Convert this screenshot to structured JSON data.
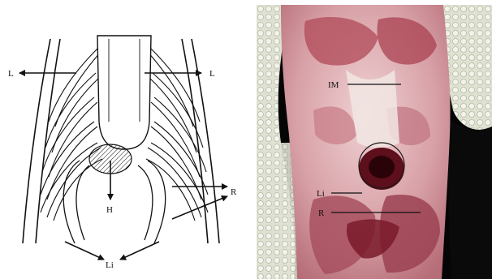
{
  "diagram": {
    "labels": {
      "left_arrow_l": "L",
      "right_arrow_l": "L",
      "ribs": "R",
      "heart": "H",
      "liver": "Li"
    }
  },
  "photo": {
    "labels": {
      "im": "IM",
      "li": "Li",
      "r": "R"
    }
  },
  "colors": {
    "line": "#111111",
    "background": "#ffffff",
    "photo_background": "#050505",
    "tissue_pink": "#d9a3a7",
    "tissue_red": "#8a1d2a",
    "scale_white": "#e9ece0"
  }
}
